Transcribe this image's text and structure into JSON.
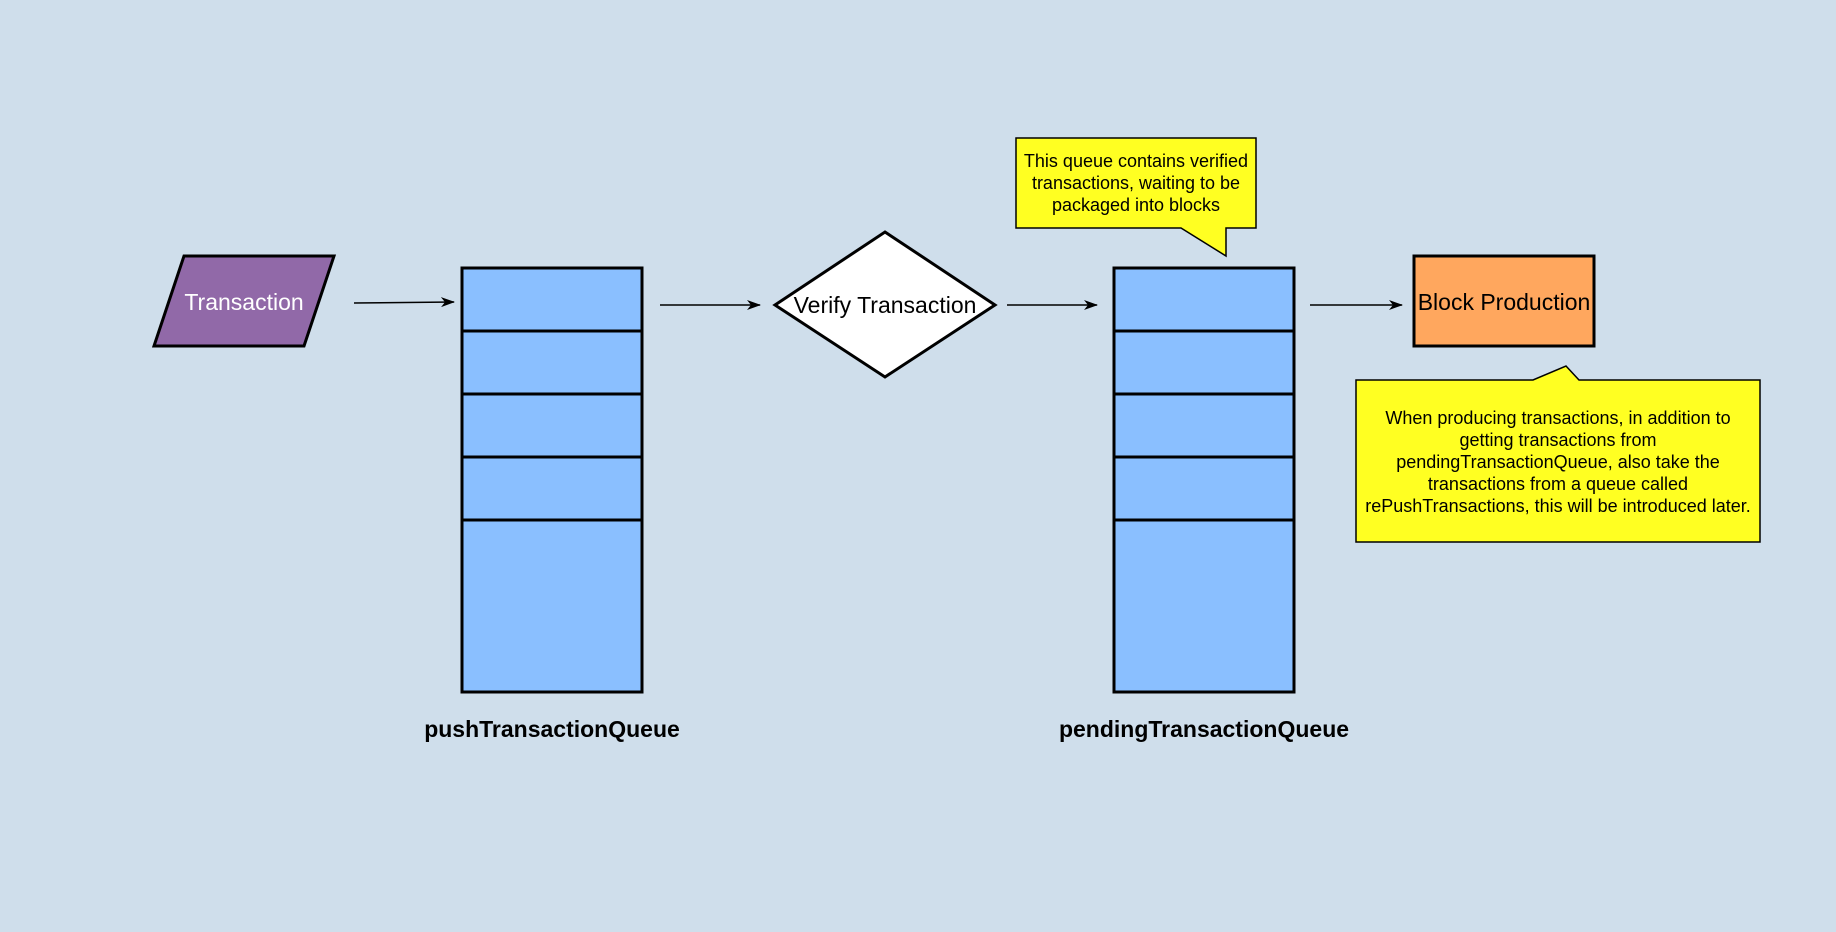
{
  "nodes": {
    "transaction": {
      "label": "Transaction",
      "fill": "#9169a8",
      "text_color": "#ffffff"
    },
    "verify": {
      "label": "Verify Transaction",
      "fill": "#ffffff"
    },
    "block_production": {
      "label": "Block Production",
      "fill": "#ffa75e"
    }
  },
  "queues": {
    "push": {
      "label": "pushTransactionQueue",
      "fill": "#8abfff"
    },
    "pending": {
      "label": "pendingTransactionQueue",
      "fill": "#8abfff"
    }
  },
  "callouts": {
    "pending_note": "This queue contains verified transactions, waiting to be packaged into blocks",
    "production_note": "When producing transactions, in addition to getting transactions from pendingTransactionQueue, also take the transactions from a queue  called rePushTransactions, this will be introduced later.",
    "fill": "#ffff22"
  },
  "colors": {
    "background": "#cfdeeb",
    "stroke": "#000000"
  }
}
